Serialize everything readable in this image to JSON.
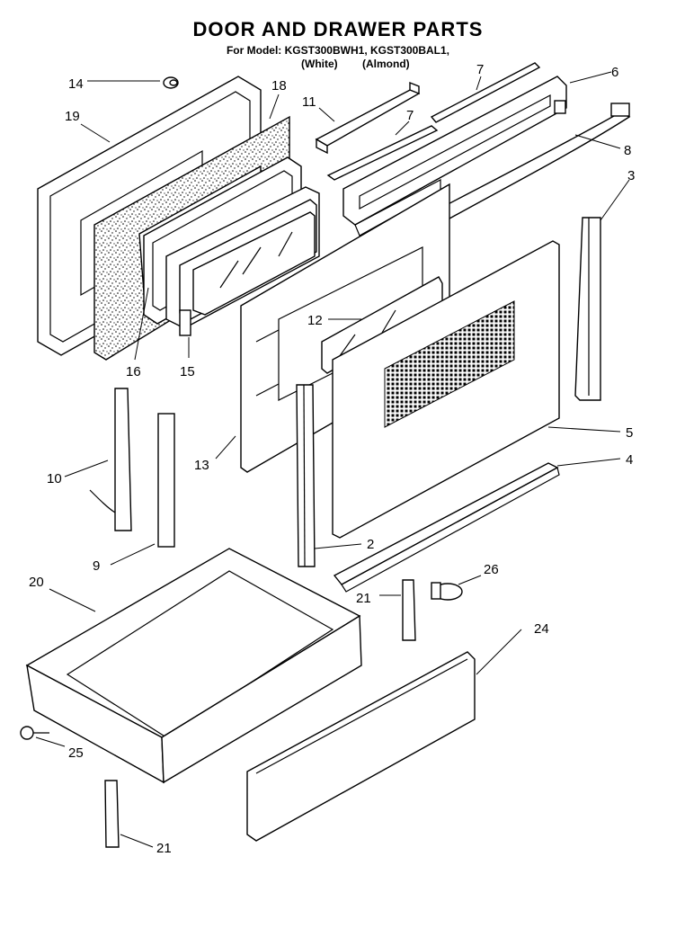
{
  "title": "DOOR AND DRAWER PARTS",
  "model_line": "For Model: KGST300BWH1, KGST300BAL1,",
  "variants": [
    "(White)",
    "(Almond)"
  ],
  "callouts": [
    "14",
    "19",
    "18",
    "11",
    "7",
    "6",
    "7",
    "8",
    "3",
    "12",
    "16",
    "15",
    "13",
    "5",
    "4",
    "10",
    "9",
    "2",
    "20",
    "26",
    "21",
    "24",
    "25",
    "21"
  ]
}
